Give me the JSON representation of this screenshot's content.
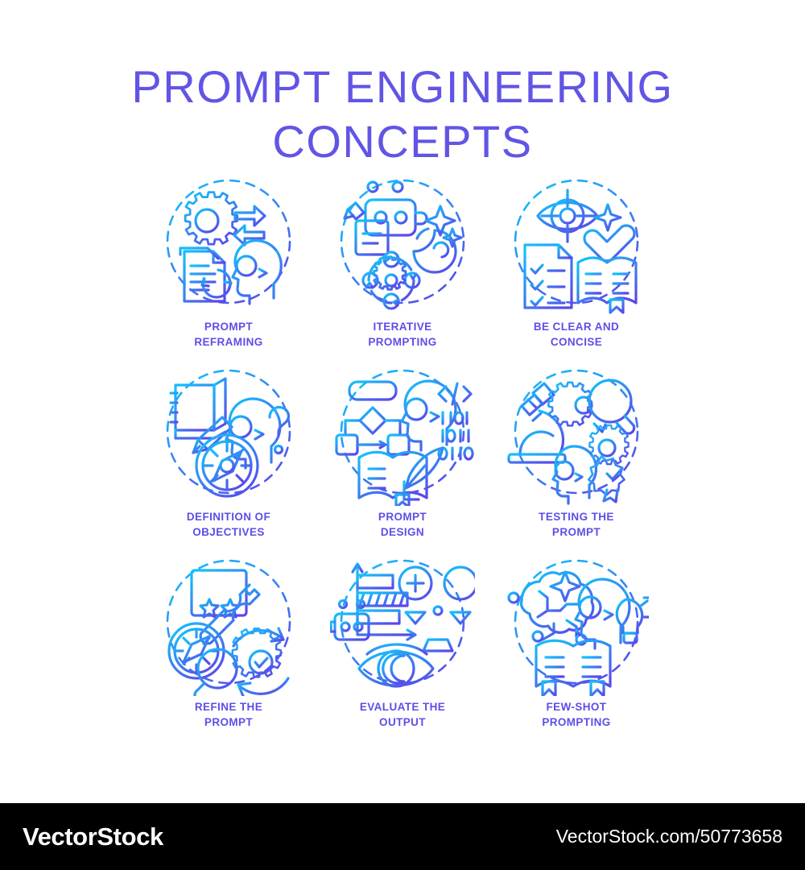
{
  "title": {
    "line1": "PROMPT ENGINEERING",
    "line2": "CONCEPTS",
    "color": "#6155e5"
  },
  "theme": {
    "gradient_start": "#19b9f5",
    "gradient_end": "#5d4ee8",
    "label_color": "#5d4ee8",
    "background": "#ffffff",
    "footer_background": "#000000",
    "footer_text": "#ffffff"
  },
  "concepts": [
    {
      "label": "PROMPT\nREFRAMING",
      "icon": "gear-arrows-documents-head-icon",
      "elements": [
        "gear",
        "exchange-arrows",
        "document-stack",
        "refresh-arrows",
        "head-profile"
      ]
    },
    {
      "label": "ITERATIVE\nPROMPTING",
      "icon": "robot-note-sparkle-cycle-icon",
      "elements": [
        "robot",
        "note-with-pencil",
        "sparkle-sphere",
        "gear-cycle-arrows"
      ]
    },
    {
      "label": "BE CLEAR AND\nCONCISE",
      "icon": "eye-target-checklist-book-icon",
      "elements": [
        "eye-with-target",
        "sparkle",
        "checkmark",
        "checklist-document",
        "open-book"
      ]
    },
    {
      "label": "DEFINITION OF\nOBJECTIVES",
      "icon": "notebook-head-question-compass-icon",
      "elements": [
        "notebook-with-pencil",
        "head-profile",
        "question-mark",
        "compass"
      ]
    },
    {
      "label": "PROMPT\nDESIGN",
      "icon": "flowchart-head-code-book-quill-icon",
      "elements": [
        "flowchart",
        "head-profile",
        "code-brackets",
        "binary-digits",
        "open-book-with-quill"
      ]
    },
    {
      "label": "TESTING THE\nPROMPT",
      "icon": "microscope-gears-head-badge-icon",
      "elements": [
        "microscope",
        "gears",
        "magnifier",
        "head-profile",
        "award-badge-check"
      ]
    },
    {
      "label": "REFINE THE\nPROMPT",
      "icon": "browser-stars-wrench-compass-gear-icon",
      "elements": [
        "browser-window-with-stars",
        "wrench",
        "compass",
        "magnifier",
        "gear-check-cycle"
      ]
    },
    {
      "label": "EVALUATE THE\nOUTPUT",
      "icon": "barchart-robot-scales-eye-icon",
      "elements": [
        "bar-chart",
        "robot",
        "balance-scales",
        "plus-sign",
        "minus-sign",
        "eye"
      ]
    },
    {
      "label": "FEW-SHOT\nPROMPTING",
      "icon": "ai-brain-head-bulb-book-icon",
      "elements": [
        "ai-brain",
        "sparkle",
        "head-profile",
        "lightbulb",
        "open-book"
      ]
    }
  ],
  "footer": {
    "brand": "VectorStock",
    "url": "VectorStock.com/50773658"
  }
}
